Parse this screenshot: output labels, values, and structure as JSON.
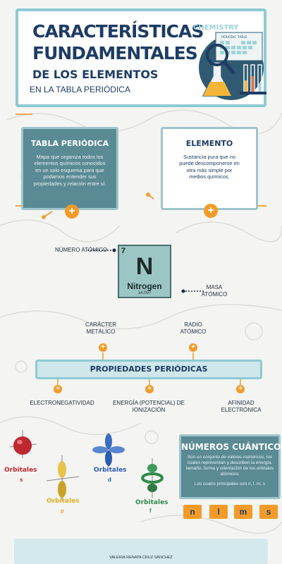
{
  "header": {
    "title_line1": "CARACTERÍSTICAS",
    "title_line2": "FUNDAMENTALES",
    "title_line3": "DE LOS ELEMENTOS",
    "subtitle": "EN LA TABLA PERIÓDICA",
    "art_text": "CHEMISTRY",
    "art_board_text": "PERIODIC TABLE"
  },
  "cards": {
    "tabla": {
      "title": "TABLA PERIÓDICA",
      "text": "Mapa que organiza todos los elementos químicos conocidos en un solo esquema para que podamos entender sus propiedades y relación entre sí."
    },
    "elemento": {
      "title": "ELEMENTO",
      "text": "Sustancia pura que no puede descomponerse en otra más simple por medios químicos."
    }
  },
  "element": {
    "number": "7",
    "symbol": "N",
    "name": "Nitrogen",
    "mass": "14.007",
    "label_number": "NÚMERO ATÓMICO",
    "label_mass": "MASA ATÓMICO"
  },
  "properties": {
    "title": "PROPIEDADES PERIÓDICAS",
    "caracter": "CARÁCTER METÁLICO",
    "radio": "RADIO ATÓMICO",
    "electroneg": "ELECTRONEGATIVIDAD",
    "energia": "ENERGÍA (POTENCIAL) DE IONIZACIÓN",
    "afinidad": "AFINIDAD ELECTRÓNICA"
  },
  "quantum": {
    "title": "NÚMEROS CUÁNTICOS",
    "text": "Son un conjunto de valores numéricos, los cuales representan y describen la energía, tamaño, forma y orientación de los orbitales atómicos.",
    "text2": "Los cuatro principales son n, l, m, s",
    "letters": [
      "n",
      "l",
      "m",
      "s"
    ]
  },
  "orbitals": {
    "label": "Orbitales",
    "s": "s",
    "p": "p",
    "d": "d",
    "f": "f"
  },
  "footer": {
    "author": "VALERIA RENATA CRUZ SÁNCHEZ"
  },
  "colors": {
    "navy": "#1e3c64",
    "teal": "#5a8a94",
    "light_teal": "#8ccad3",
    "orange": "#f39b2a",
    "orbital_s": "#c0282f",
    "orbital_p": "#e8b82a",
    "orbital_d": "#2a5cb0",
    "orbital_f": "#2f8a4a"
  }
}
